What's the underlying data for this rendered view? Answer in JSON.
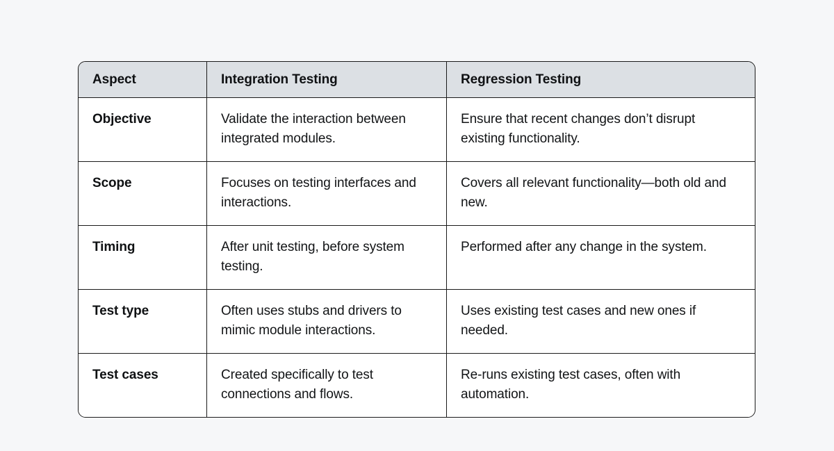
{
  "table": {
    "columns": [
      {
        "key": "aspect",
        "label": "Aspect"
      },
      {
        "key": "integration",
        "label": "Integration Testing"
      },
      {
        "key": "regression",
        "label": "Regression Testing"
      }
    ],
    "rows": [
      {
        "aspect": "Objective",
        "integration": "Validate the interaction between integrated modules.",
        "regression": "Ensure that recent changes don’t disrupt existing functionality."
      },
      {
        "aspect": "Scope",
        "integration": "Focuses on testing interfaces and interactions.",
        "regression": "Covers all relevant functionality—both old and new."
      },
      {
        "aspect": "Timing",
        "integration": "After unit testing, before system testing.",
        "regression": "Performed after any change in the system."
      },
      {
        "aspect": "Test type",
        "integration": "Often uses stubs and drivers to mimic module interactions.",
        "regression": "Uses existing test cases and new ones if needed."
      },
      {
        "aspect": "Test cases",
        "integration": "Created specifically to test connections and flows.",
        "regression": "Re-runs existing test cases, often with automation."
      }
    ]
  },
  "colors": {
    "page_background": "#f6f7f9",
    "header_background": "#dce0e4",
    "border": "#1a1a1a",
    "text": "#121416",
    "cell_background": "#ffffff"
  }
}
